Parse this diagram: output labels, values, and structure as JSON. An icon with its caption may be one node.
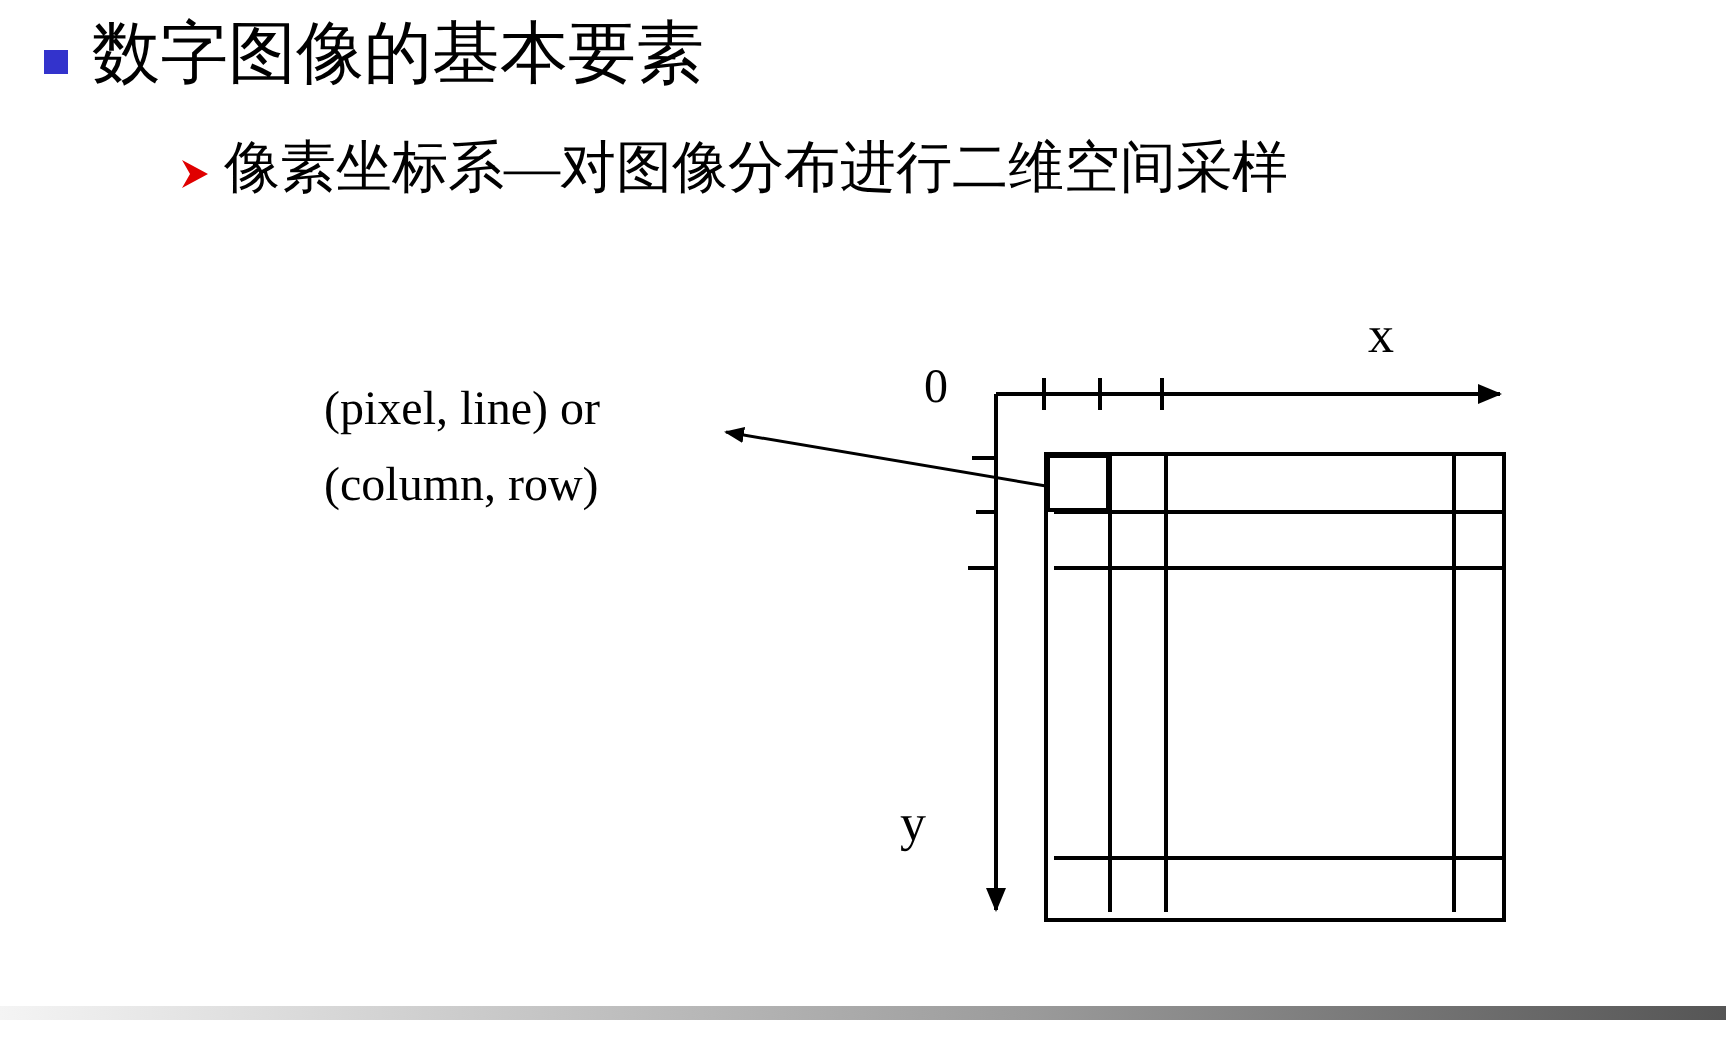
{
  "diagram": {
    "title": "数字图像的基本要素",
    "nodes": [
      {
        "text": [
          "(pixel, line) or (column, row)"
        ]
      },
      {
        "text": [],
        "shape": "box"
      }
    ],
    "edges": [
      {
        "from": 1,
        "to": 0,
        "arrow": "to"
      }
    ],
    "labels": [
      "像素坐标系—对图像分布进行二维空间采样",
      "0",
      "x",
      "y"
    ]
  }
}
